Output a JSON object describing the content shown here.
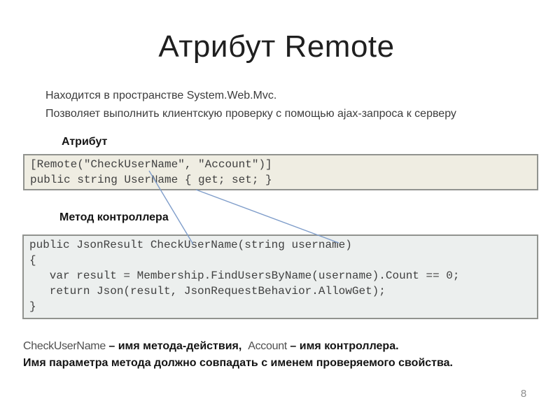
{
  "slide": {
    "title": "Атрибут Remote",
    "intro": {
      "lines": [
        "Находится в пространстве System.Web.Mvc.",
        "Позволяет выполнить клиентскую проверку с помощью ajax-запроса к серверу"
      ]
    },
    "attribute_section": {
      "label": "Атрибут",
      "code_lines": [
        "[Remote(\"CheckUserName\", \"Account\")]",
        "public string UserName { get; set; }"
      ]
    },
    "controller_section": {
      "label": "Метод контроллера",
      "code_lines": [
        "public JsonResult CheckUserName(string username)",
        "{",
        "   var result = Membership.FindUsersByName(username).Count == 0;",
        "   return Json(result, JsonRequestBehavior.AllowGet);",
        "}"
      ]
    },
    "footnote": {
      "line1": [
        {
          "text": "CheckUserName",
          "kind": "code"
        },
        {
          "text": " – имя метода-действия,  ",
          "kind": "plain"
        },
        {
          "text": "Account",
          "kind": "code"
        },
        {
          "text": " – имя контроллера.",
          "kind": "plain"
        }
      ],
      "line2": "Имя параметра метода должно совпадать с именем проверяемого свойства."
    },
    "page_number": "8",
    "colors": {
      "attribute_block_bg": "#efede2",
      "controller_block_bg": "#ecefee",
      "block_border": "#91938f",
      "connector": "#7f9dca"
    }
  }
}
